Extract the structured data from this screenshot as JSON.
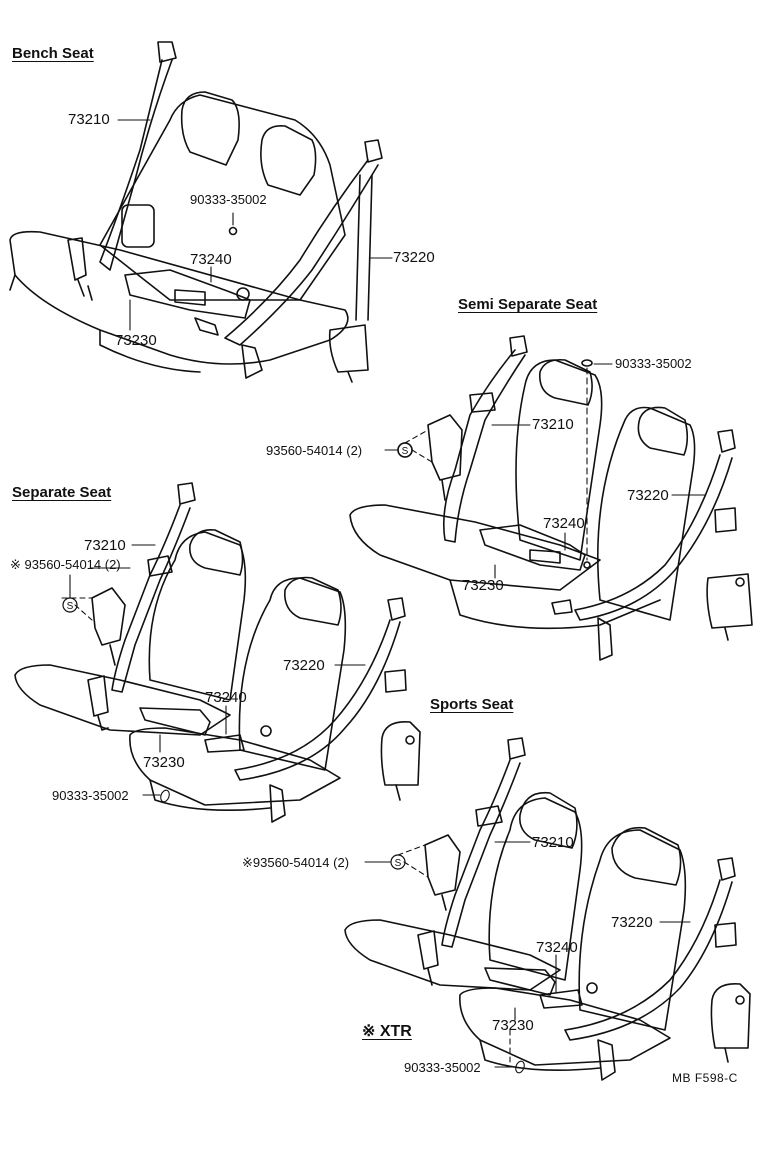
{
  "titles": {
    "bench": "Bench Seat",
    "semi": "Semi Separate Seat",
    "separate": "Separate Seat",
    "sports": "Sports Seat"
  },
  "bench": {
    "p73210": "73210",
    "p90333": "90333-35002",
    "p73240": "73240",
    "p73220": "73220",
    "p73230": "73230"
  },
  "semi": {
    "p90333": "90333-35002",
    "p73210": "73210",
    "p93560": "93560-54014 (2)",
    "p73220": "73220",
    "p73240": "73240",
    "p73230": "73230"
  },
  "separate": {
    "p73210": "73210",
    "p93560": "※ 93560-54014 (2)",
    "p73220": "73220",
    "p73240": "73240",
    "p73230": "73230",
    "p90333": "90333-35002"
  },
  "sports": {
    "p73210": "73210",
    "p93560": "※93560-54014 (2)",
    "p73220": "73220",
    "p73240": "73240",
    "p73230": "73230",
    "p90333": "90333-35002"
  },
  "note": "※ XTR",
  "ref_code": "MB  F598-C",
  "colors": {
    "ink": "#111111",
    "background": "#ffffff"
  }
}
